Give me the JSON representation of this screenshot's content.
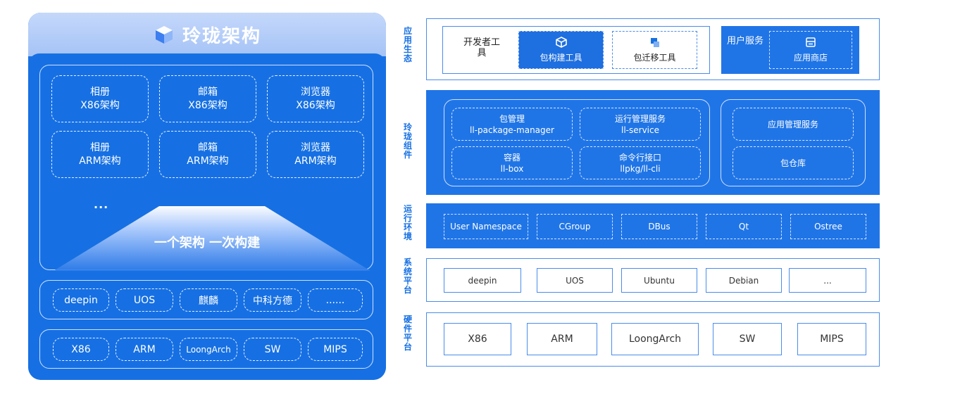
{
  "left": {
    "title": "玲珑架构",
    "apps_x86": [
      {
        "name": "相册",
        "arch": "X86架构"
      },
      {
        "name": "邮箱",
        "arch": "X86架构"
      },
      {
        "name": "浏览器",
        "arch": "X86架构"
      }
    ],
    "apps_arm": [
      {
        "name": "相册",
        "arch": "ARM架构"
      },
      {
        "name": "邮箱",
        "arch": "ARM架构"
      },
      {
        "name": "浏览器",
        "arch": "ARM架构"
      }
    ],
    "more": "...",
    "slogan": "一个架构 一次构建",
    "os_list": [
      "deepin",
      "UOS",
      "麒麟",
      "中科方德",
      "......"
    ],
    "hw_list": [
      "X86",
      "ARM",
      "LoongArch",
      "SW",
      "MIPS"
    ]
  },
  "right": {
    "labels": {
      "app_ecosystem": "应用生态",
      "linglong_components": "玲珑组件",
      "runtime": "运行环境",
      "system_platform": "系统平台",
      "hardware_platform": "硬件平台"
    },
    "app_eco": {
      "dev_tools": "开发者工具",
      "pkg_build_tool": "包构建工具",
      "pkg_migrate_tool": "包迁移工具",
      "user_service": "用户服务",
      "app_store": "应用商店"
    },
    "components": {
      "pkg_manager": "包管理",
      "pkg_manager_sub": "ll-package-manager",
      "runtime_service": "运行管理服务",
      "runtime_service_sub": "ll-service",
      "container": "容器",
      "container_sub": "ll-box",
      "cli": "命令行接口",
      "cli_sub": "llpkg/ll-cli",
      "app_mgmt_service": "应用管理服务",
      "repo": "包仓库"
    },
    "runtime_items": [
      "User Namespace",
      "CGroup",
      "DBus",
      "Qt",
      "Ostree"
    ],
    "system_items": [
      "deepin",
      "UOS",
      "Ubuntu",
      "Debian",
      "..."
    ],
    "hardware_items": [
      "X86",
      "ARM",
      "LoongArch",
      "SW",
      "MIPS"
    ]
  },
  "colors": {
    "brand_blue": "#1670e3",
    "header_light": "#a5c3f6",
    "outline_blue": "#4a8ceb"
  }
}
